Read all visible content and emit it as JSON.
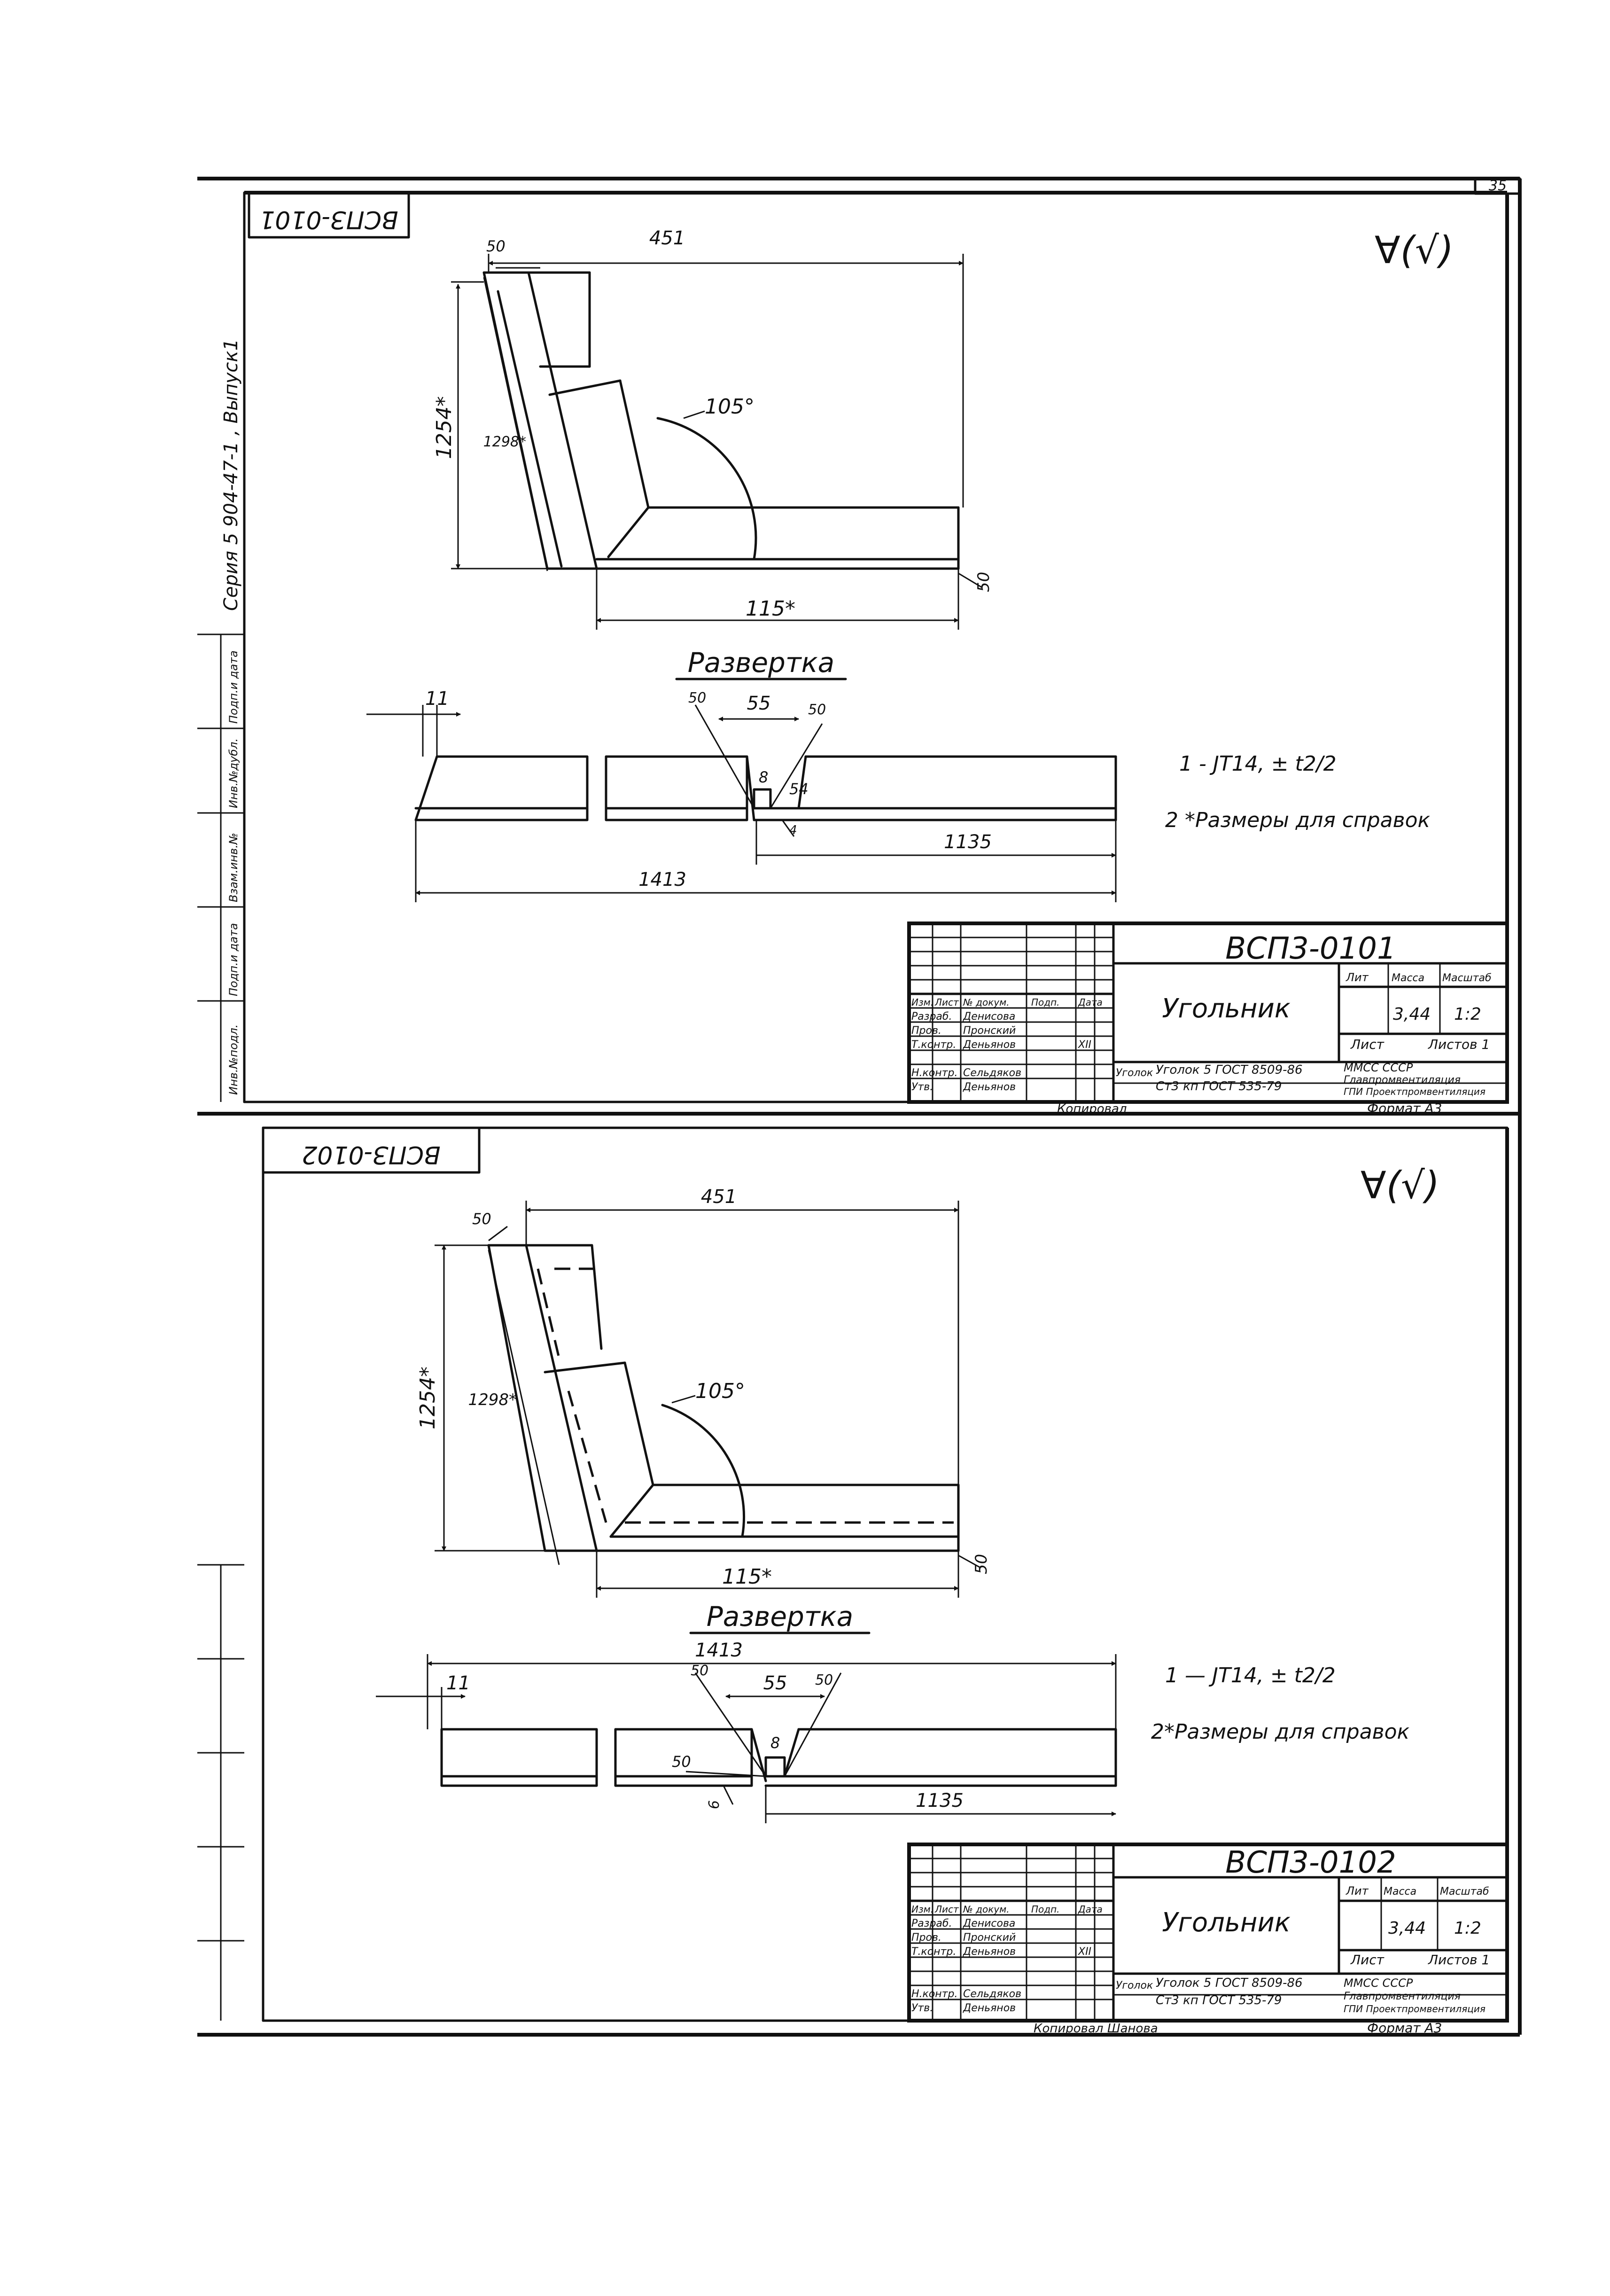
{
  "page_number": "35",
  "side_stamp": {
    "series": "Серия 5 904-47-1 , Выпуск1",
    "columns": [
      "Инв.№подл.",
      "Подп.и дата",
      "Взам.инв.№",
      "Инв.№дубл.",
      "Подп.и дата"
    ]
  },
  "sheets": [
    {
      "id": "sheet-1",
      "code_box": "ВСПЗ-0101",
      "roughness": "∀(√)",
      "dims": {
        "top_width": "451",
        "corner_small": "50",
        "height": "1254*",
        "slant": "1298*",
        "angle": "105°",
        "bottom": "115*",
        "right_thk": "50"
      },
      "unfold_title": "Развертка",
      "unfold_dims": {
        "left": "11",
        "v_left": "50",
        "v_gap": "55",
        "v_right": "50",
        "notch": "8",
        "v_depth": "54",
        "small": "4",
        "right_len": "1135",
        "total": "1413"
      },
      "notes": [
        "1 - JT14, ± t2/2",
        "2 *Размеры для справок"
      ],
      "title_block": {
        "designation": "ВСП3-0101",
        "name": "Угольник",
        "headers": [
          "Изм.",
          "Лист",
          "№ докум.",
          "Подп.",
          "Дата"
        ],
        "lit_label": "Лит",
        "mass_label": "Масса",
        "scale_label": "Масштаб",
        "mass": "3,44",
        "scale": "1:2",
        "sheet_label": "Лист",
        "sheets_label": "Листов 1",
        "roles": [
          {
            "role": "Разраб.",
            "name": "Денисова"
          },
          {
            "role": "Пров.",
            "name": "Пронский"
          },
          {
            "role": "Т.контр.",
            "name": "Деньянов"
          },
          {
            "role": "Н.контр.",
            "name": "Сельдяков"
          },
          {
            "role": "Утв.",
            "name": "Деньянов"
          }
        ],
        "date": "XII",
        "material_prefix": "Уголок",
        "material_top": "Уголок 5 ГОСТ 8509-86",
        "material_bottom": "Ст3 кп ГОСТ 535-79",
        "org_1": "ММСС СССР",
        "org_2": "Главпромвентиляция",
        "org_3": "ГПИ Проектпромвентиляция",
        "copied": "Копировал",
        "format": "Формат А3"
      }
    },
    {
      "id": "sheet-2",
      "code_box": "ВСПЗ-0102",
      "roughness": "∀(√)",
      "dims": {
        "top_width": "451",
        "corner_small": "50",
        "height": "1254*",
        "slant": "1298*",
        "angle": "105°",
        "bottom": "115*",
        "right_thk": "50"
      },
      "unfold_title": "Развертка",
      "unfold_dims": {
        "left": "11",
        "v_left": "50",
        "v_gap": "55",
        "v_right": "50",
        "notch": "8",
        "v_depth": "50",
        "small": "6",
        "right_len": "1135",
        "total": "1413"
      },
      "notes": [
        "1 — JT14, ± t2/2",
        "2*Размеры для справок"
      ],
      "title_block": {
        "designation": "ВСП3-0102",
        "name": "Угольник",
        "headers": [
          "Изм.",
          "Лист",
          "№ докум.",
          "Подп.",
          "Дата"
        ],
        "lit_label": "Лит",
        "mass_label": "Масса",
        "scale_label": "Масштаб",
        "mass": "3,44",
        "scale": "1:2",
        "sheet_label": "Лист",
        "sheets_label": "Листов 1",
        "roles": [
          {
            "role": "Разраб.",
            "name": "Денисова"
          },
          {
            "role": "Пров.",
            "name": "Пронский"
          },
          {
            "role": "Т.контр.",
            "name": "Деньянов"
          },
          {
            "role": "Н.контр.",
            "name": "Сельдяков"
          },
          {
            "role": "Утв.",
            "name": "Деньянов"
          }
        ],
        "date": "XII",
        "material_prefix": "Уголок",
        "material_top": "Уголок 5 ГОСТ 8509-86",
        "material_bottom": "Ст3 кп ГОСТ 535-79",
        "org_1": "ММСС СССР",
        "org_2": "Главпромвентиляция",
        "org_3": "ГПИ Проектпромвентиляция",
        "copied": "Копировал Шанова",
        "format": "Формат А3"
      }
    }
  ]
}
